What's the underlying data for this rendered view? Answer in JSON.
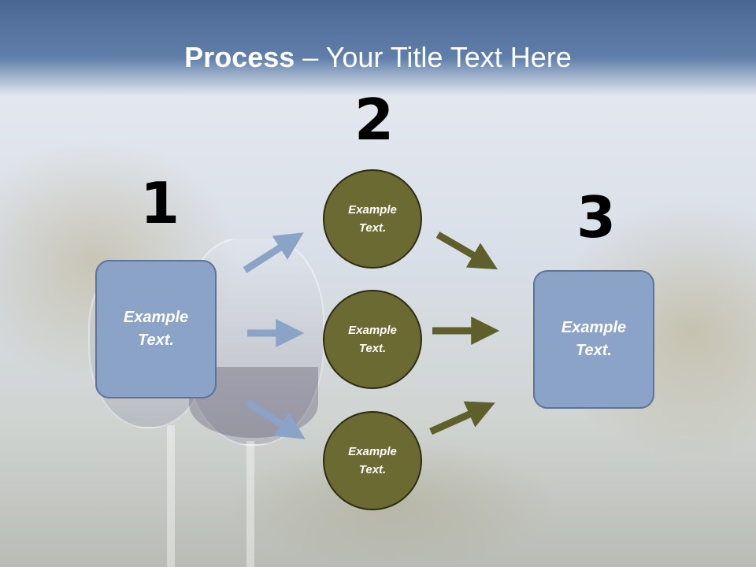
{
  "title": {
    "bold": "Process",
    "rest": " – Your Title Text Here"
  },
  "steps": {
    "n1": "1",
    "n2": "2",
    "n3": "3"
  },
  "left_box": {
    "text": "Example Text."
  },
  "right_box": {
    "text": "Example Text."
  },
  "circles": [
    {
      "text": "Example Text."
    },
    {
      "text": "Example Text."
    },
    {
      "text": "Example Text."
    }
  ],
  "colors": {
    "box_fill": "#8aa3c6",
    "circle_fill": "#6b6a32",
    "blue_arrow": "#8aa3c6",
    "olive_arrow": "#5f5f2c"
  }
}
